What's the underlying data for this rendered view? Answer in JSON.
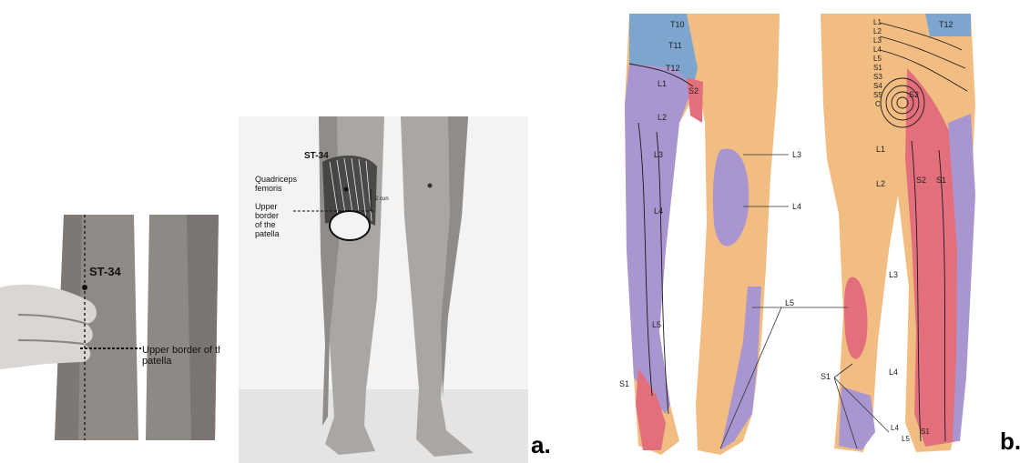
{
  "figure_labels": {
    "a": "a.",
    "b": "b."
  },
  "thumb_photo": {
    "point_label": "ST-34",
    "line_label_1": "Upper border of the",
    "line_label_2": "patella"
  },
  "legs_photo": {
    "point_label": "ST-34",
    "muscle_label_1": "Quadriceps",
    "muscle_label_2": "femoris",
    "distance_label": "2 cun",
    "border_label_1": "Upper",
    "border_label_2": "border",
    "border_label_3": "of the",
    "border_label_4": "patella"
  },
  "dermatome_chart": {
    "front_left": [
      "T10",
      "T11",
      "T12",
      "L1",
      "L2",
      "L3",
      "L4",
      "L5",
      "S1"
    ],
    "front_inner": "S2",
    "front_right_callouts": [
      "L3",
      "L4",
      "L5"
    ],
    "back_top": "T12",
    "back_left": [
      "L1",
      "L2",
      "L3",
      "L4",
      "L5",
      "S1",
      "S3",
      "S4",
      "S5",
      "C"
    ],
    "back_labels": [
      "S2",
      "L1",
      "L2",
      "S2",
      "S1",
      "L3",
      "L4",
      "S1",
      "L4",
      "L5",
      "S1"
    ]
  }
}
